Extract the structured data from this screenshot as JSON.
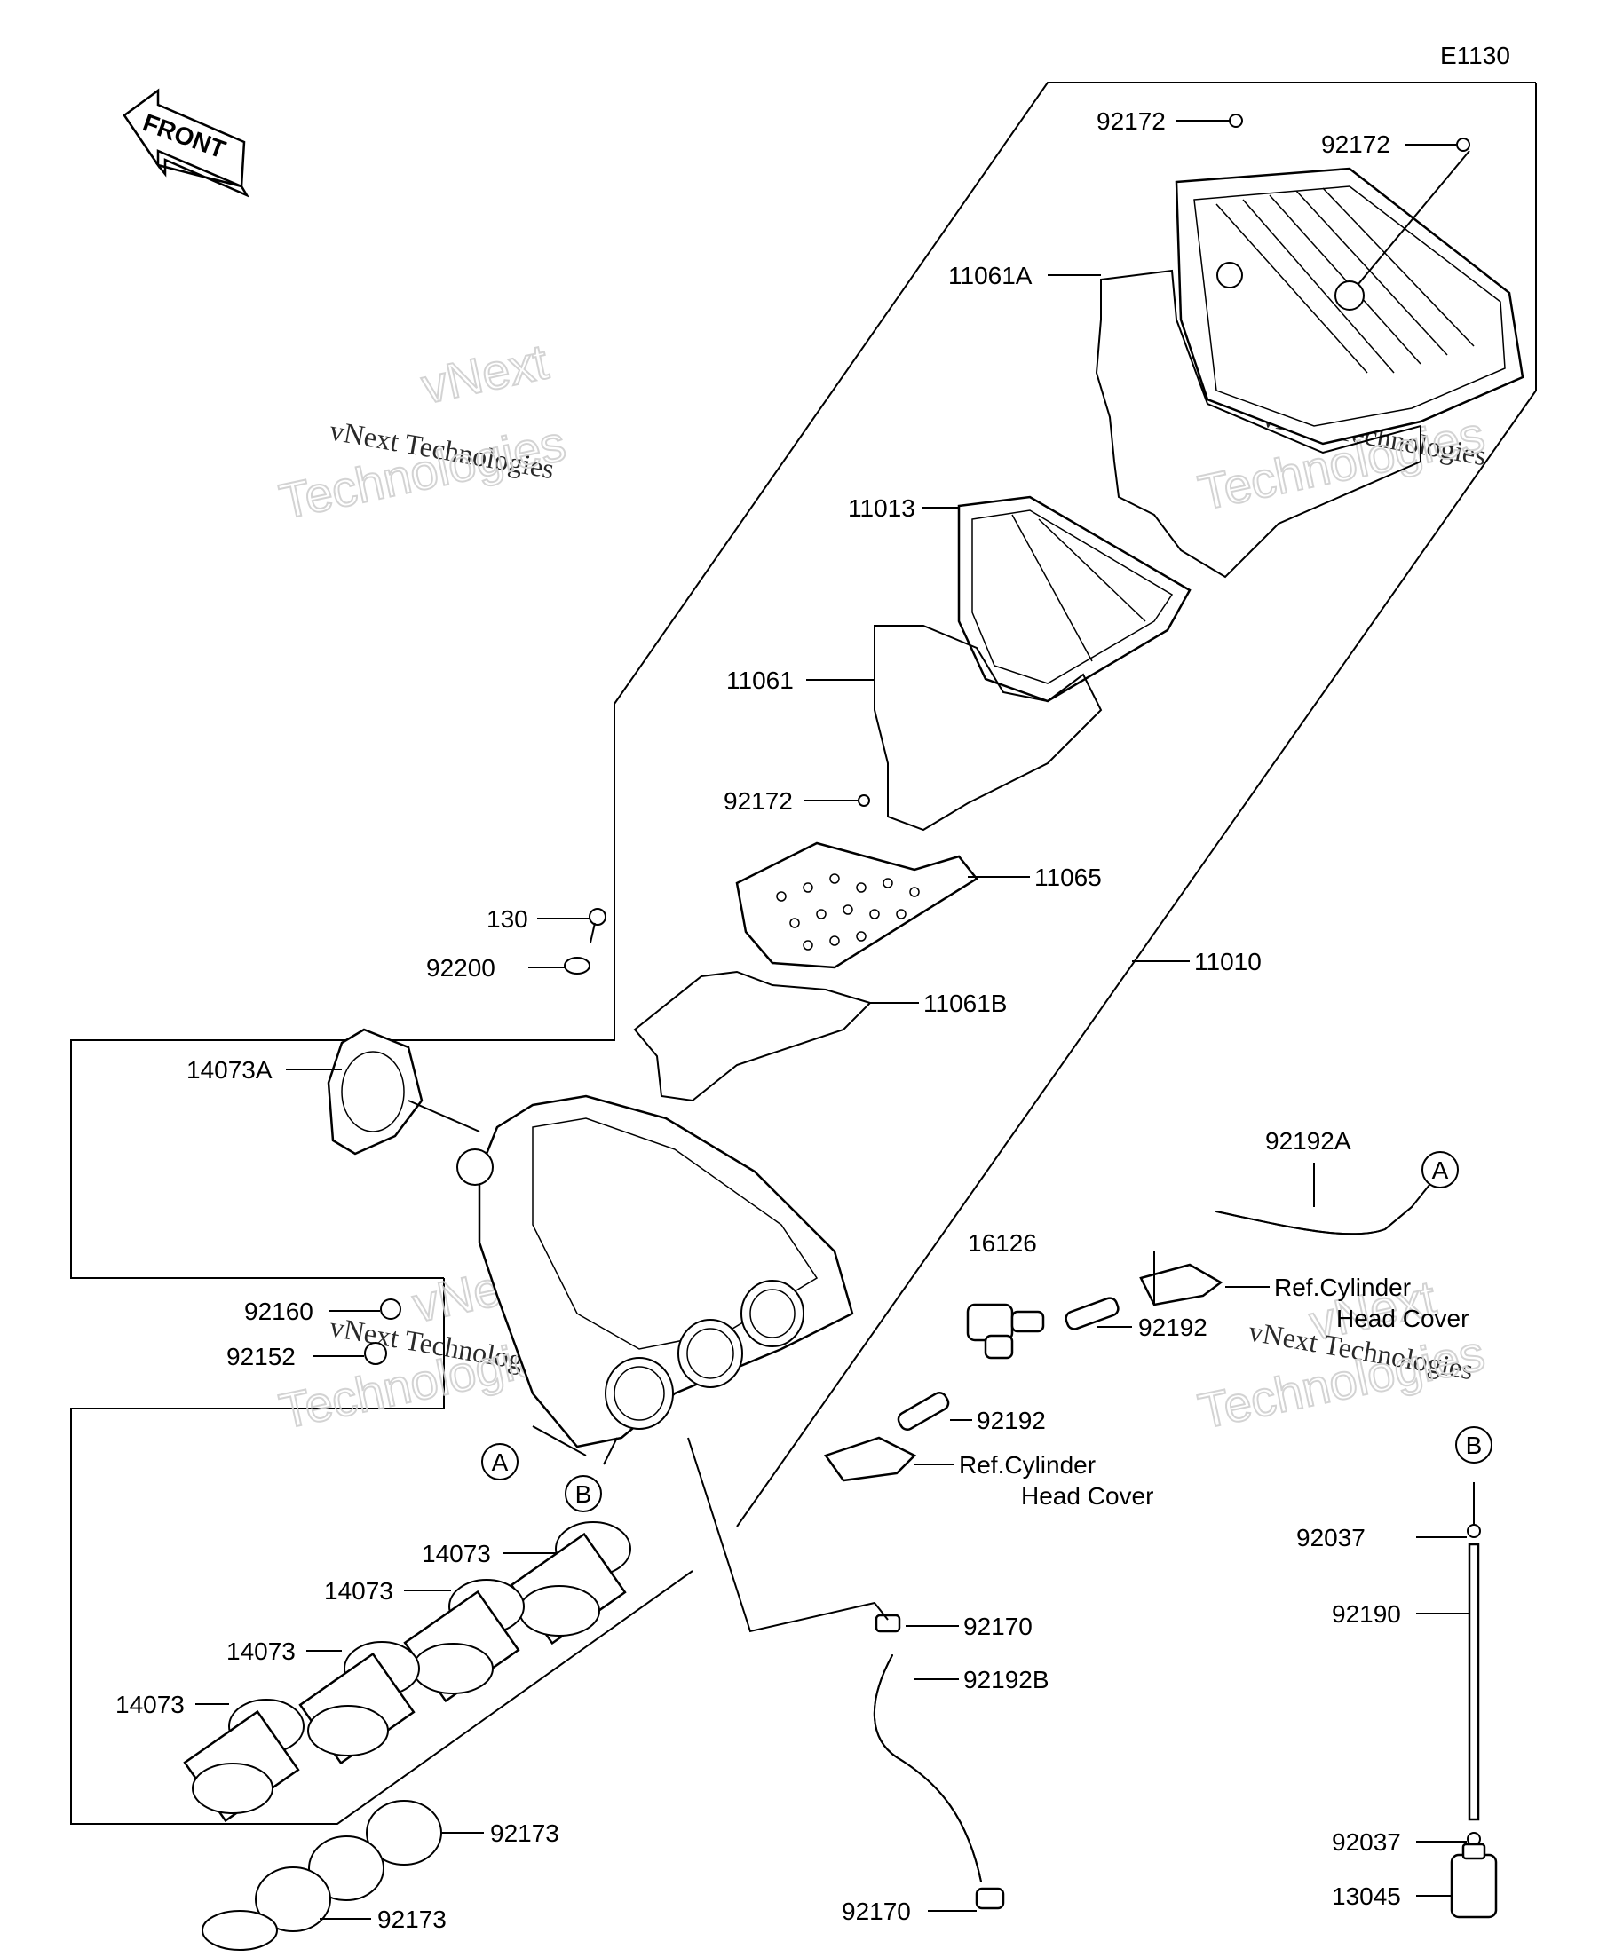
{
  "diagram": {
    "code": "E1130",
    "front_label": "FRONT",
    "parts": [
      {
        "id": "p92172a",
        "label": "92172"
      },
      {
        "id": "p92172b",
        "label": "92172"
      },
      {
        "id": "p11061A",
        "label": "11061A"
      },
      {
        "id": "p11013",
        "label": "11013"
      },
      {
        "id": "p11061",
        "label": "11061"
      },
      {
        "id": "p92172c",
        "label": "92172"
      },
      {
        "id": "p11065",
        "label": "11065"
      },
      {
        "id": "p130",
        "label": "130"
      },
      {
        "id": "p92200",
        "label": "92200"
      },
      {
        "id": "p11010",
        "label": "11010"
      },
      {
        "id": "p11061B",
        "label": "11061B"
      },
      {
        "id": "p14073A",
        "label": "14073A"
      },
      {
        "id": "p92192A",
        "label": "92192A"
      },
      {
        "id": "p16126",
        "label": "16126"
      },
      {
        "id": "p92160",
        "label": "92160"
      },
      {
        "id": "p92152",
        "label": "92152"
      },
      {
        "id": "p92192a",
        "label": "92192"
      },
      {
        "id": "p92192b",
        "label": "92192"
      },
      {
        "id": "p14073a",
        "label": "14073"
      },
      {
        "id": "p14073b",
        "label": "14073"
      },
      {
        "id": "p14073c",
        "label": "14073"
      },
      {
        "id": "p14073d",
        "label": "14073"
      },
      {
        "id": "p92037a",
        "label": "92037"
      },
      {
        "id": "p92190",
        "label": "92190"
      },
      {
        "id": "p92170a",
        "label": "92170"
      },
      {
        "id": "p92192B",
        "label": "92192B"
      },
      {
        "id": "p92173a",
        "label": "92173"
      },
      {
        "id": "p92173b",
        "label": "92173"
      },
      {
        "id": "p92170b",
        "label": "92170"
      },
      {
        "id": "p92037b",
        "label": "92037"
      },
      {
        "id": "p13045",
        "label": "13045"
      }
    ],
    "references": {
      "ref1_line1": "Ref.Cylinder",
      "ref1_line2": "Head Cover",
      "ref2_line1": "Ref.Cylinder",
      "ref2_line2": "Head Cover"
    },
    "connectors": {
      "a": "A",
      "b": "B"
    },
    "watermark": {
      "line1": "vNext",
      "line2": "vNext Technologies",
      "line3": "Technologies"
    }
  }
}
